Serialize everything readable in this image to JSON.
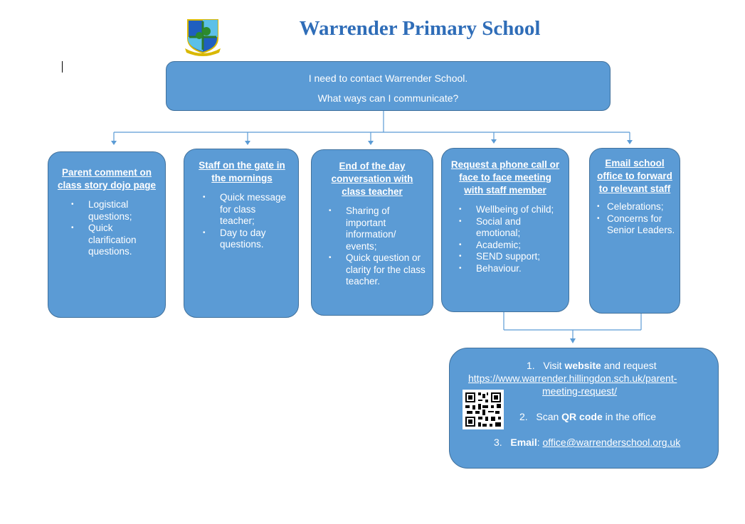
{
  "school_name": "Warrender Primary School",
  "top_box": {
    "line1": "I need to contact Warrender School.",
    "line2": "What ways can I communicate?"
  },
  "boxes": [
    {
      "title": "Parent comment on class story dojo page",
      "items": [
        "Logistical questions;",
        "Quick clarification questions."
      ]
    },
    {
      "title": "Staff on the gate in the mornings",
      "items": [
        "Quick message for class teacher;",
        "Day to day questions."
      ]
    },
    {
      "title": "End of the day conversation with class teacher",
      "items": [
        "Sharing of important information/ events;",
        "Quick question or clarity for the class teacher."
      ]
    },
    {
      "title": "Request a phone call or face to face meeting with staff member",
      "items": [
        "Wellbeing of child;",
        "Social and emotional;",
        "Academic;",
        "SEND support;",
        "Behaviour."
      ]
    },
    {
      "title": "Email school office to forward to relevant staff",
      "items": [
        "Celebrations;",
        "Concerns for Senior Leaders."
      ]
    }
  ],
  "bottom_box": {
    "step1_num": "1.",
    "step1_pre": "Visit ",
    "step1_bold": "website",
    "step1_post": " and request",
    "url_line1": "https://www.warrender.hillingdon.sch.uk/parent-",
    "url_line2": "meeting-request/",
    "step2_num": "2.",
    "step2_pre": "Scan ",
    "step2_bold": "QR code",
    "step2_post": " in the office",
    "step3_num": "3.",
    "step3_bold": "Email",
    "step3_colon": ": ",
    "email": "office@warrenderschool.org.uk"
  },
  "colors": {
    "box": "#5b9bd5",
    "border": "#41719c",
    "title": "#2f6db8"
  }
}
